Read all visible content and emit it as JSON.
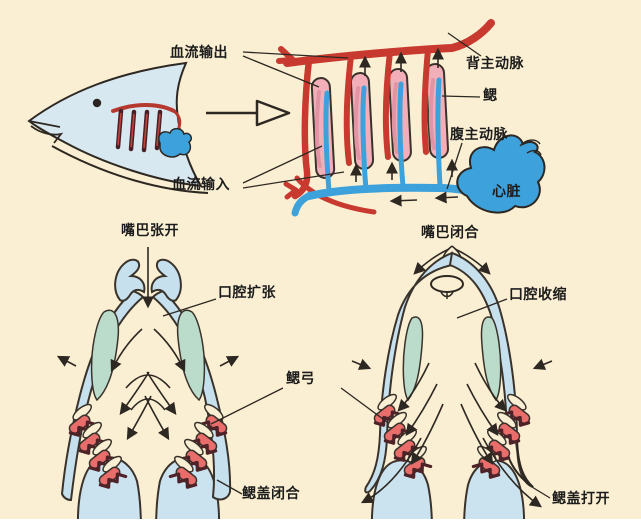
{
  "background_color": "#FAEFD3",
  "colors": {
    "artery_red": "#C8392F",
    "vein_blue": "#3DA2DC",
    "gill_pink": "#F2AFB9",
    "fish_head_blue": "#D8E8F1",
    "body_band_blue": "#C6E0EE",
    "muscle_teal": "#BBDCCB",
    "gill_capsule_red": "#E96E6B",
    "filament_maroon": "#4F2228",
    "outline": "#2e2822",
    "text": "#1c1c1c"
  },
  "circulation": {
    "labels": {
      "blood_out": "血流输出",
      "blood_in": "血流输入",
      "dorsal_aorta": "背主动脉",
      "gill": "鳃",
      "ventral_aorta": "腹主动脉",
      "heart": "心脏"
    }
  },
  "mouth_open": {
    "labels": {
      "title": "嘴巴张开",
      "buccal": "口腔扩张",
      "operculum": "鳃盖闭合"
    }
  },
  "mouth_closed": {
    "labels": {
      "title": "嘴巴闭合",
      "buccal": "口腔收缩",
      "operculum": "鳃盖打开"
    }
  },
  "shared": {
    "gill_arch": "鳃弓"
  }
}
